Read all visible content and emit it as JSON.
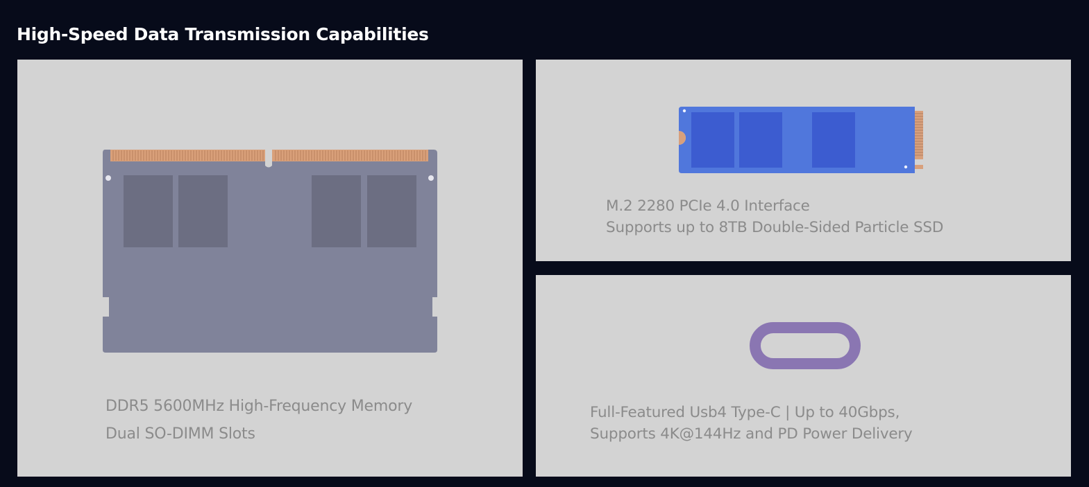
{
  "page": {
    "title": "High-Speed Data Transmission Capabilities"
  },
  "memory": {
    "line1": "DDR5 5600MHz High-Frequency Memory",
    "line2": "Dual SO-DIMM Slots",
    "icon": "ram-module-icon"
  },
  "ssd": {
    "line1": "M.2 2280 PCIe 4.0 Interface",
    "line2": "Supports up to 8TB Double-Sided Particle SSD",
    "icon": "m2-ssd-icon"
  },
  "usb": {
    "line1": "Full-Featured Usb4 Type-C | Up to 40Gbps,",
    "line2": "Supports 4K@144Hz and PD Power Delivery",
    "icon": "usb-c-port-icon"
  },
  "colors": {
    "background": "#070b1a",
    "panel": "#d3d3d3",
    "caption": "#8b8b8b",
    "ram_board": "#80839a",
    "ram_chip": "#6c6e82",
    "ram_contacts": "#d9a07a",
    "ssd_board": "#5077dc",
    "ssd_chip": "#3c5cd0",
    "usb_port": "#8a76b2"
  }
}
